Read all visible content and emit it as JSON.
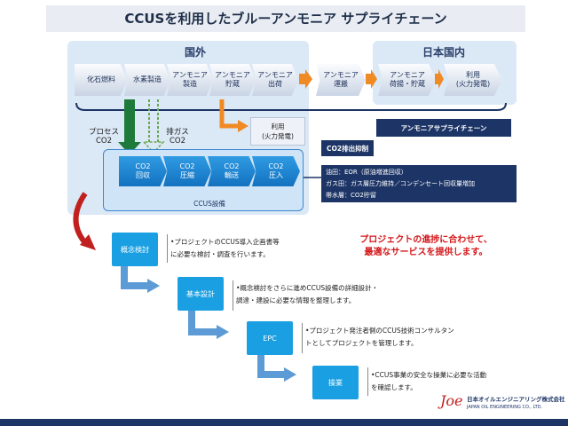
{
  "title": "CCUSを利用したブルーアンモニア サプライチェーン",
  "regions": {
    "overseas": "国外",
    "domestic": "日本国内"
  },
  "chain": [
    "化石燃料",
    "水素製造",
    "アンモニア\n製造",
    "アンモニア\n貯蔵",
    "アンモニア\n出荷",
    "アンモニア\n運搬",
    "アンモニア\n荷揚・貯蔵",
    "利用\n(火力発電)"
  ],
  "supply_chain_label": "アンモニアサプライチェーン",
  "overseas_use": "利用\n(火力発電)",
  "co2_emission_label": "CO2排出抑制",
  "process_co2": "プロセス\nCO2",
  "exhaust_co2": "排ガス\nCO2",
  "ccus_steps": [
    "CO2\n回収",
    "CO2\n圧縮",
    "CO2\n輸送",
    "CO2\n圧入"
  ],
  "ccus_label": "CCUS設備",
  "ccus_notes": [
    "油田：EOR（原油増進回収）",
    "ガス田：ガス層圧力維持／コンデンセート回収量増加",
    "帯水層：CO2貯留"
  ],
  "slogan": [
    "プロジェクトの進捗に合わせて、",
    "最適なサービスを提供します。"
  ],
  "steps": [
    {
      "label": "概念検討",
      "desc": [
        "•プロジェクトのCCUS導入企画書等",
        "に必要な検討・調査を行います。"
      ]
    },
    {
      "label": "基本設計",
      "desc": [
        "•概念検討をさらに進めCCUS設備の詳細設計・",
        "調達・建設に必要な情報を整理します。"
      ]
    },
    {
      "label": "EPC",
      "desc": [
        "•プロジェクト発注者側のCCUS技術コンサルタン",
        "トとしてプロジェクトを管理します。"
      ]
    },
    {
      "label": "操業",
      "desc": [
        "•CCUS事業の安全な操業に必要な活動",
        "を確認します。"
      ]
    }
  ],
  "logo": {
    "mark": "Joe",
    "name": "日本オイルエンジニアリング株式会社",
    "en": "JAPAN OIL ENGINEERING CO., LTD."
  },
  "colors": {
    "navy": "#1d3566",
    "blue": "#1aa0e2",
    "orange": "#f08a24",
    "green": "#1e7a3a",
    "red": "#c0201e"
  }
}
